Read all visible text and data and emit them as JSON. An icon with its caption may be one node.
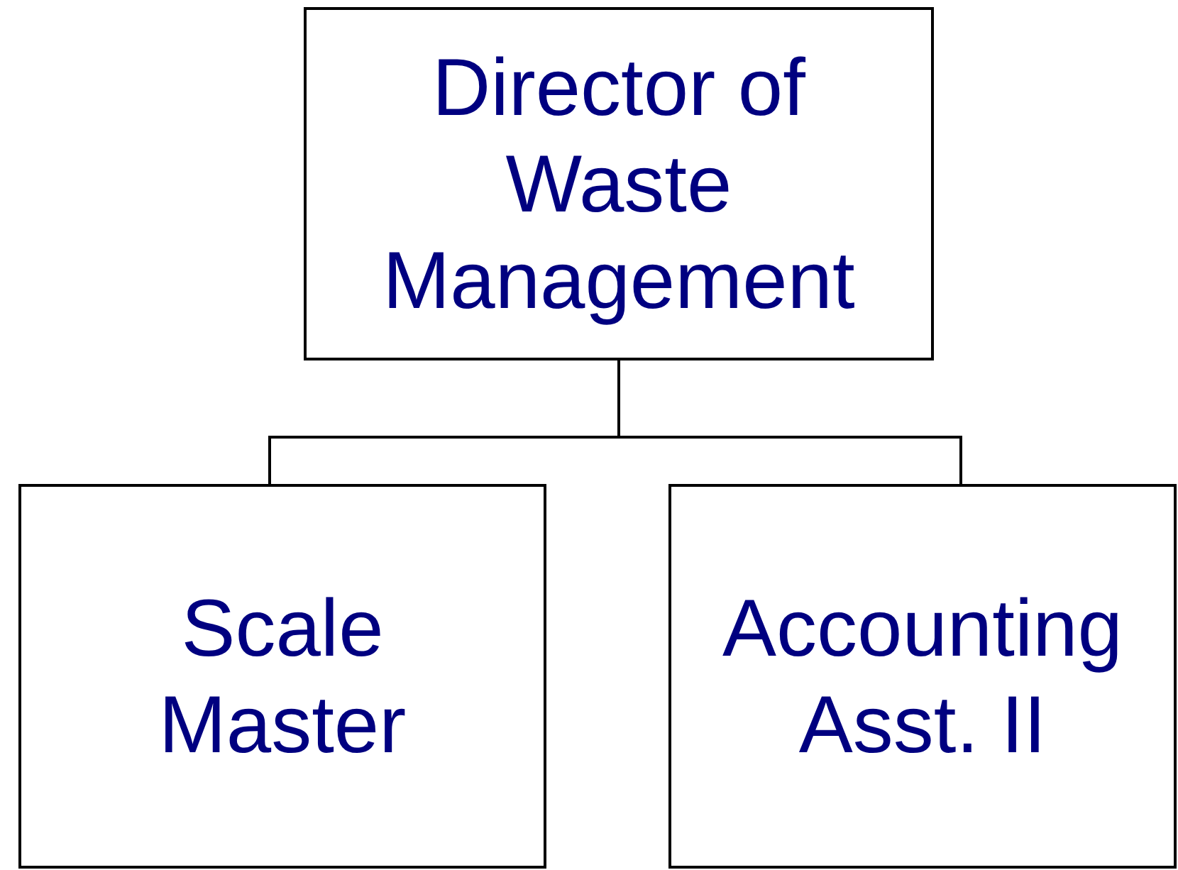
{
  "diagram": {
    "nodes": [
      {
        "text": [
          "Director of Waste Management"
        ]
      },
      {
        "text": [
          "Scale Master"
        ]
      },
      {
        "text": [
          "Accounting Asst. II"
        ]
      }
    ],
    "edges": [
      {
        "from": 0,
        "to": 1,
        "arrow": "none"
      },
      {
        "from": 0,
        "to": 2,
        "arrow": "none"
      }
    ]
  }
}
